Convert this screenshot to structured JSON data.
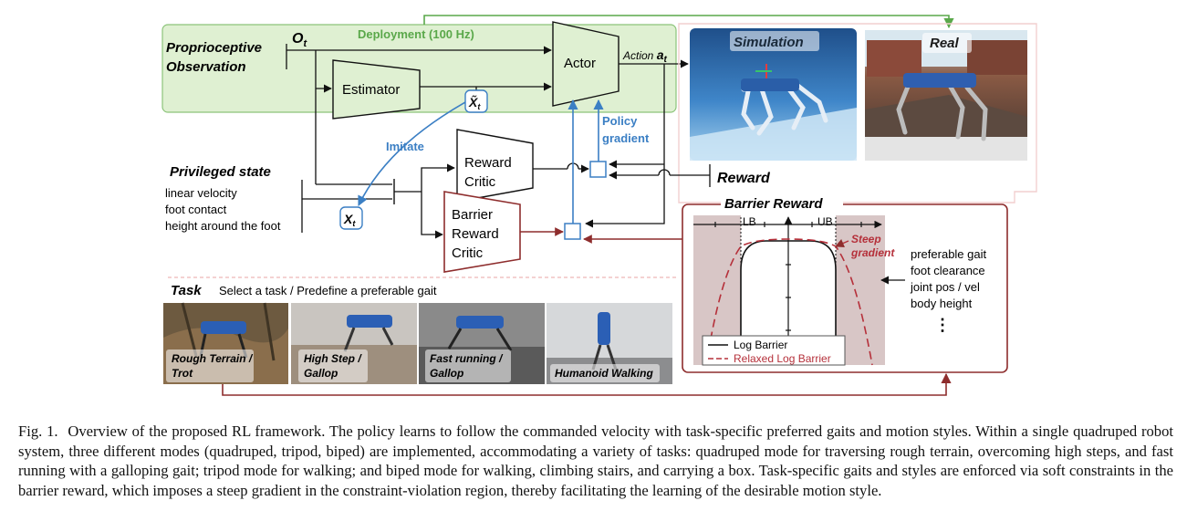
{
  "diagram": {
    "deployment_label": "Deployment (100 Hz)",
    "proprio_line1": "Proprioceptive",
    "proprio_line2": "Observation",
    "obs_symbol": "O",
    "obs_sub": "t",
    "estimator_label": "Estimator",
    "actor_label": "Actor",
    "action_prefix": "Action ",
    "action_symbol": "a",
    "action_sub": "t",
    "xhat_symbol": "X̃",
    "xhat_sub": "t",
    "x_symbol": "X",
    "x_sub": "t",
    "imitate_label": "Imitate",
    "policy_gradient_line1": "Policy",
    "policy_gradient_line2": "gradient",
    "privileged_title": "Privileged state",
    "privileged_items": [
      "linear velocity",
      "foot contact",
      "height around the foot"
    ],
    "reward_critic_line1": "Reward",
    "reward_critic_line2": "Critic",
    "barrier_critic_lines": [
      "Barrier",
      "Reward",
      "Critic"
    ],
    "reward_label": "Reward",
    "simulation_label": "Simulation",
    "real_label": "Real",
    "barrier_reward_title": "Barrier Reward",
    "lb_label": "LB",
    "ub_label": "UB",
    "steep_line1": "Steep",
    "steep_line2": "gradient",
    "barrier_items": [
      "preferable gait",
      "foot clearance",
      "joint pos / vel",
      "body height"
    ],
    "ellipsis": "⋮",
    "legend_log": "Log Barrier",
    "legend_relaxed": "Relaxed Log Barrier",
    "task_title": "Task",
    "task_subtitle": "Select a task / Predefine a preferable gait",
    "tasks": [
      {
        "line1": "Rough Terrain /",
        "line2": "Trot"
      },
      {
        "line1": "High Step /",
        "line2": "Gallop"
      },
      {
        "line1": "Fast running /",
        "line2": "Gallop"
      },
      {
        "line1": "Humanoid Walking",
        "line2": ""
      }
    ],
    "colors": {
      "green": "#5aa84a",
      "green_fill": "#dff0d2",
      "blue": "#3b7fc4",
      "barrier_red": "#8e2d2d",
      "panel_pink": "#f2cfcf",
      "barrier_bg": "#d8c6c6"
    }
  },
  "caption": {
    "label": "Fig. 1.",
    "text": "Overview of the proposed RL framework. The policy learns to follow the commanded velocity with task-specific preferred gaits and motion styles. Within a single quadruped robot system, three different modes (quadruped, tripod, biped) are implemented, accommodating a variety of tasks: quadruped mode for traversing rough terrain, overcoming high steps, and fast running with a galloping gait; tripod mode for walking; and biped mode for walking, climbing stairs, and carrying a box. Task-specific gaits and styles are enforced via soft constraints in the barrier reward, which imposes a steep gradient in the constraint-violation region, thereby facilitating the learning of the desirable motion style."
  }
}
